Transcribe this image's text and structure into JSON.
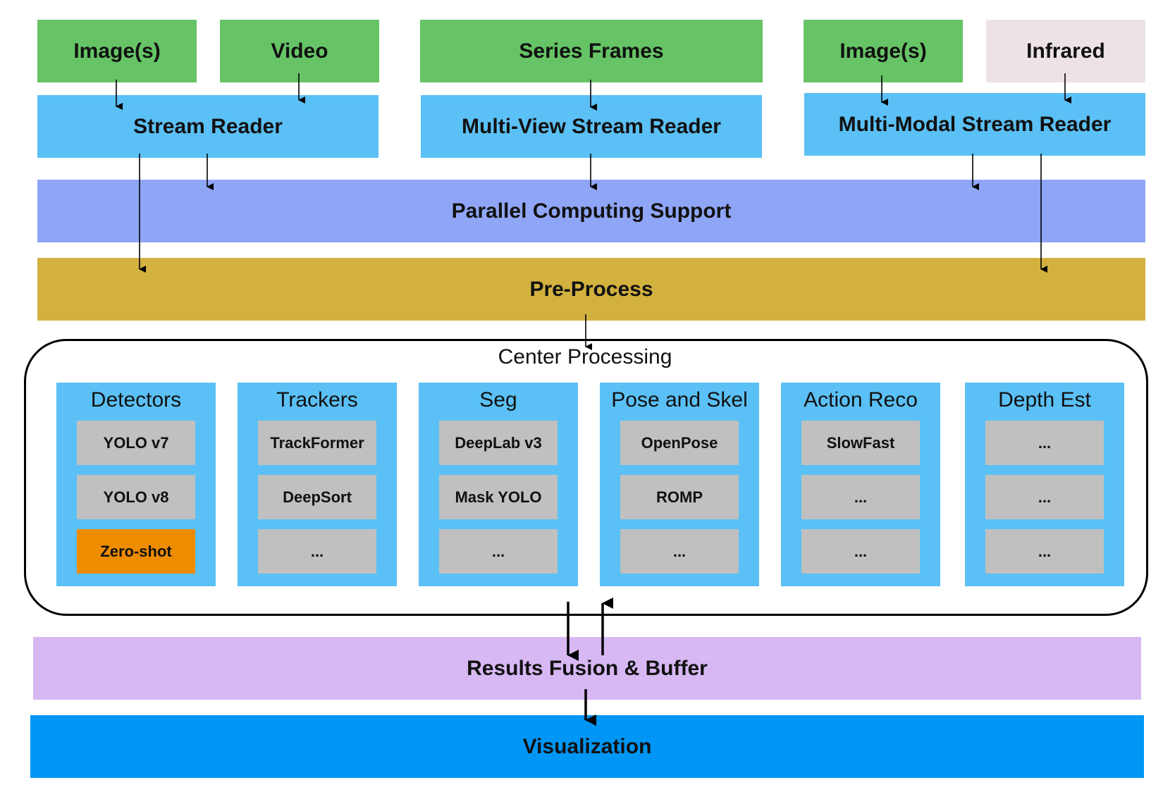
{
  "sources": [
    "Image(s)",
    "Video",
    "Series Frames",
    "Image(s)",
    "Infrared"
  ],
  "readers": [
    "Stream Reader",
    "Multi-View Stream Reader",
    "Multi-Modal Stream Reader"
  ],
  "parallel": "Parallel Computing Support",
  "preprocess": "Pre-Process",
  "center": {
    "title": "Center Processing",
    "modules": [
      {
        "title": "Detectors",
        "items": [
          "YOLO v7",
          "YOLO v8",
          "Zero-shot"
        ]
      },
      {
        "title": "Trackers",
        "items": [
          "TrackFormer",
          "DeepSort",
          "..."
        ]
      },
      {
        "title": "Seg",
        "items": [
          "DeepLab v3",
          "Mask YOLO",
          "..."
        ]
      },
      {
        "title": "Pose and Skel",
        "items": [
          "OpenPose",
          "ROMP",
          "..."
        ]
      },
      {
        "title": "Action Reco",
        "items": [
          "SlowFast",
          "...",
          "..."
        ]
      },
      {
        "title": "Depth Est",
        "items": [
          "...",
          "...",
          "..."
        ]
      }
    ]
  },
  "fusion": "Results Fusion & Buffer",
  "visualization": "Visualization"
}
